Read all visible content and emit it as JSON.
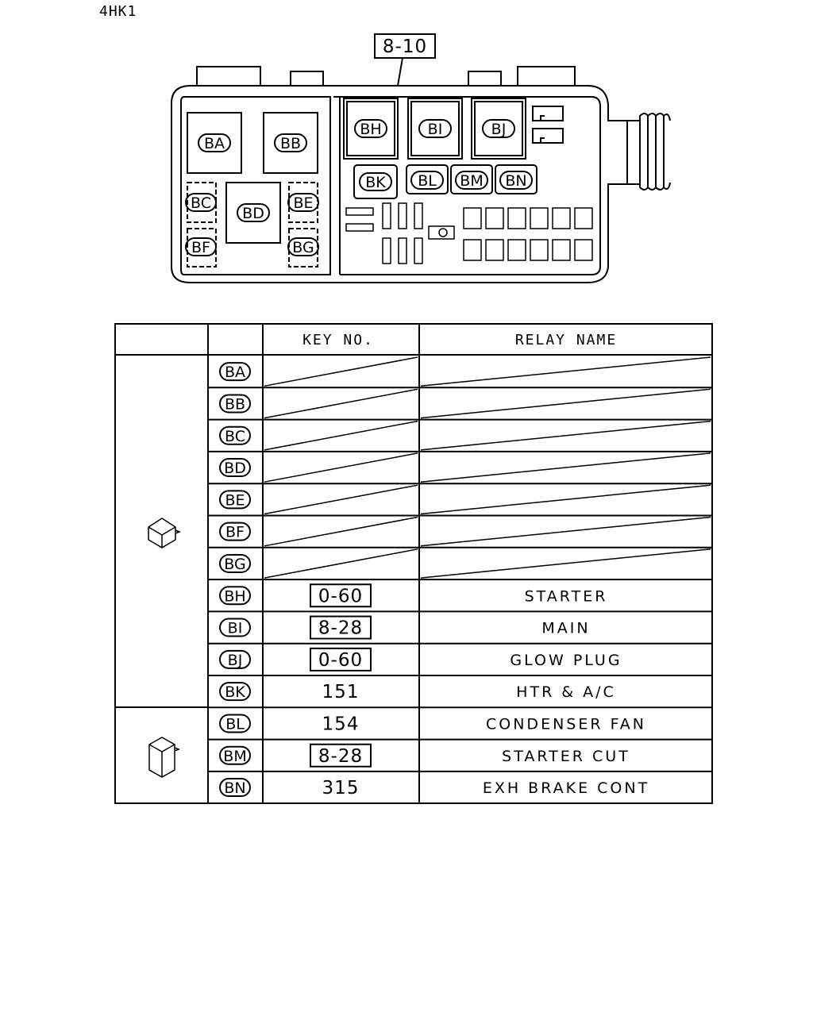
{
  "engine_code": "4HK1",
  "box_reference": "8-10",
  "diagram_labels": {
    "BA": "BA",
    "BB": "BB",
    "BC": "BC",
    "BD": "BD",
    "BE": "BE",
    "BF": "BF",
    "BG": "BG",
    "BH": "BH",
    "BI": "BI",
    "BJ": "BJ",
    "BK": "BK",
    "BL": "BL",
    "BM": "BM",
    "BN": "BN"
  },
  "table": {
    "headers": {
      "col3": "KEY NO.",
      "col4": "RELAY NAME"
    },
    "rows": [
      {
        "code": "BA",
        "key_no": "",
        "key_boxed": false,
        "relay_name": "",
        "empty": true
      },
      {
        "code": "BB",
        "key_no": "",
        "key_boxed": false,
        "relay_name": "",
        "empty": true
      },
      {
        "code": "BC",
        "key_no": "",
        "key_boxed": false,
        "relay_name": "",
        "empty": true
      },
      {
        "code": "BD",
        "key_no": "",
        "key_boxed": false,
        "relay_name": "",
        "empty": true
      },
      {
        "code": "BE",
        "key_no": "",
        "key_boxed": false,
        "relay_name": "",
        "empty": true
      },
      {
        "code": "BF",
        "key_no": "",
        "key_boxed": false,
        "relay_name": "",
        "empty": true
      },
      {
        "code": "BG",
        "key_no": "",
        "key_boxed": false,
        "relay_name": "",
        "empty": true
      },
      {
        "code": "BH",
        "key_no": "0-60",
        "key_boxed": true,
        "relay_name": "STARTER",
        "empty": false
      },
      {
        "code": "BI",
        "key_no": "8-28",
        "key_boxed": true,
        "relay_name": "MAIN",
        "empty": false
      },
      {
        "code": "BJ",
        "key_no": "0-60",
        "key_boxed": true,
        "relay_name": "GLOW PLUG",
        "empty": false
      },
      {
        "code": "BK",
        "key_no": "151",
        "key_boxed": false,
        "relay_name": "HTR & A/C",
        "empty": false
      },
      {
        "code": "BL",
        "key_no": "154",
        "key_boxed": false,
        "relay_name": "CONDENSER FAN",
        "empty": false
      },
      {
        "code": "BM",
        "key_no": "8-28",
        "key_boxed": true,
        "relay_name": "STARTER CUT",
        "empty": false
      },
      {
        "code": "BN",
        "key_no": "315",
        "key_boxed": false,
        "relay_name": "EXH BRAKE CONT",
        "empty": false
      }
    ],
    "relay_groups": [
      {
        "icon": "cube-relay-icon",
        "rows": 11
      },
      {
        "icon": "tall-relay-icon",
        "rows": 3
      }
    ]
  }
}
